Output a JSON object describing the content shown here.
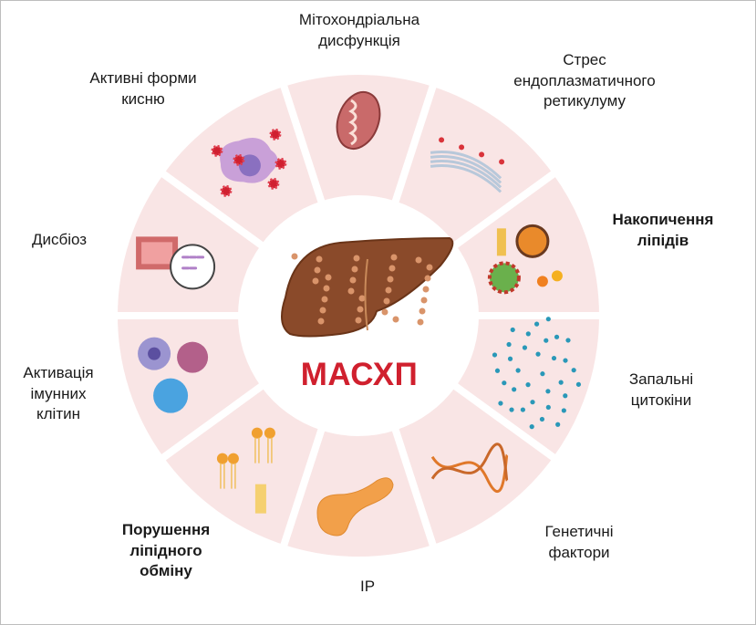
{
  "center": {
    "title": "МАСХП",
    "color": "#d0202e"
  },
  "colors": {
    "segment": "#f9e5e5",
    "inner": "#ffffff"
  },
  "segments": [
    {
      "id": "mito",
      "lines": [
        "Мітохондріальна",
        "дисфункція"
      ],
      "bold": false,
      "icon": "mitochondrion-icon"
    },
    {
      "id": "er",
      "lines": [
        "Стрес",
        "ендоплазматичного",
        "ретикулуму"
      ],
      "bold": false,
      "icon": "endoplasmic-reticulum-icon"
    },
    {
      "id": "lipids",
      "lines": [
        "Накопичення",
        "ліпідів"
      ],
      "bold": true,
      "icon": "lipid-particles-icon"
    },
    {
      "id": "cytokines",
      "lines": [
        "Запальні",
        "цитокіни"
      ],
      "bold": false,
      "icon": "cytokine-dots-icon"
    },
    {
      "id": "genetics",
      "lines": [
        "Генетичні",
        "фактори"
      ],
      "bold": false,
      "icon": "dna-icon"
    },
    {
      "id": "ir",
      "lines": [
        "ІР"
      ],
      "bold": false,
      "icon": "pancreas-icon"
    },
    {
      "id": "lipid-metabolism",
      "lines": [
        "Порушення",
        "ліпідного",
        "обміну"
      ],
      "bold": true,
      "icon": "phospholipid-icon"
    },
    {
      "id": "immune",
      "lines": [
        "Активація",
        "імунних",
        "клітин"
      ],
      "bold": false,
      "icon": "immune-cells-icon"
    },
    {
      "id": "dysbiosis",
      "lines": [
        "Дисбіоз"
      ],
      "bold": false,
      "icon": "intestine-bacteria-icon"
    },
    {
      "id": "ros",
      "lines": [
        "Активні форми",
        "кисню"
      ],
      "bold": false,
      "icon": "reactive-oxygen-cell-icon"
    }
  ]
}
